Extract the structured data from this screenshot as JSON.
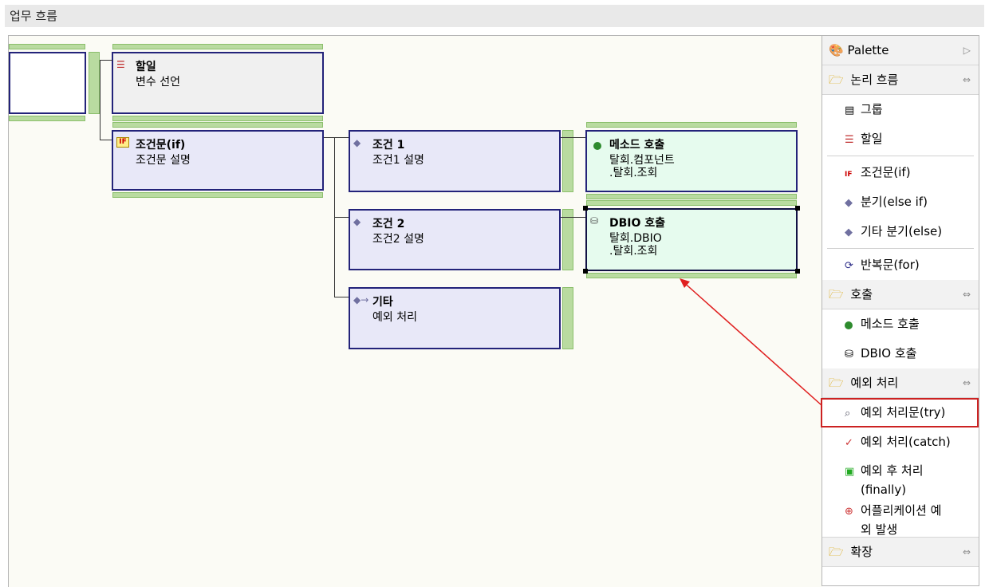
{
  "title": "업무 흐름",
  "nodes": {
    "task": {
      "title": "할일",
      "desc": "변수 선언"
    },
    "if": {
      "title": "조건문(if)",
      "desc": "조건문 설명"
    },
    "cond1": {
      "title": "조건 1",
      "desc": "조건1 설명"
    },
    "cond2": {
      "title": "조건 2",
      "desc": "조건2 설명"
    },
    "else": {
      "title": "기타",
      "desc": "예외 처리"
    },
    "method": {
      "title": "메소드 호출",
      "desc1": "탈회.컴포넌트",
      "desc2": ".탈회.조회"
    },
    "dbio": {
      "title": "DBIO 호출",
      "desc1": "탈회.DBIO",
      "desc2": ".탈회.조회"
    }
  },
  "palette": {
    "header": "Palette",
    "sections": [
      {
        "label": "논리 흐름",
        "items": [
          "그룹",
          "할일",
          "조건문(if)",
          "분기(else if)",
          "기타 분기(else)",
          "반복문(for)"
        ]
      },
      {
        "label": "호출",
        "items": [
          "메소드 호출",
          "DBIO 호출"
        ]
      },
      {
        "label": "예외 처리",
        "items": [
          "예외 처리문(try)",
          "예외 처리(catch)",
          "예외 후 처리",
          "(finally)",
          "어플리케이션 예",
          "외 발생"
        ]
      },
      {
        "label": "확장",
        "items": []
      }
    ]
  },
  "colors": {
    "highlight": "#cc2222",
    "arrow": "#e02020",
    "border": "#23237a"
  }
}
